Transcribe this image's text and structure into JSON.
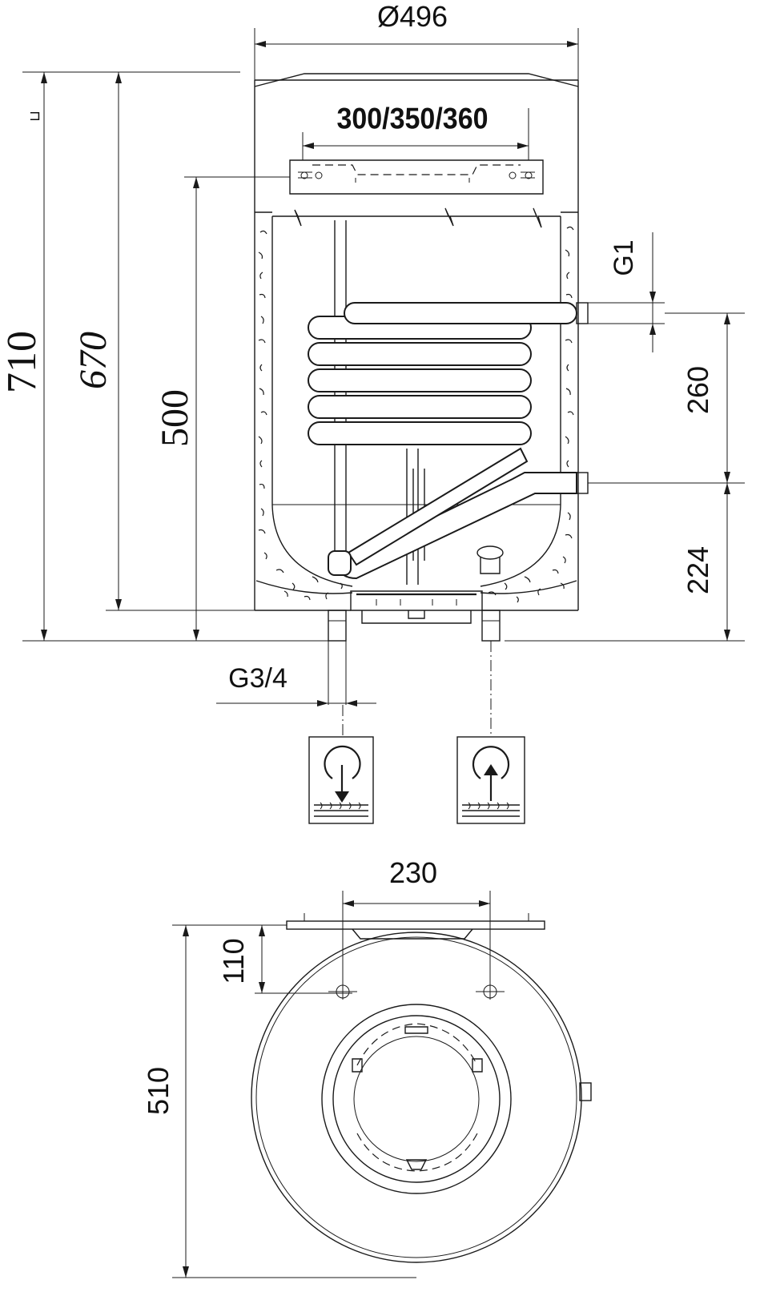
{
  "dimensions": {
    "diameter": "Ø496",
    "bracket_spacing": "300/350/360",
    "height_total": "710",
    "height_body": "670",
    "height_bracket": "500",
    "coil_connection": "G1",
    "coil_spacing": "260",
    "lower_coil_height": "224",
    "water_connection": "G3/4",
    "plan_bracket_width": "230",
    "plan_bracket_offset": "110",
    "plan_depth": "510"
  },
  "markers": {
    "corner_mark": "⊐"
  },
  "icons": {
    "cold_inlet": "cold-water-inlet-icon",
    "hot_outlet": "hot-water-outlet-icon"
  }
}
